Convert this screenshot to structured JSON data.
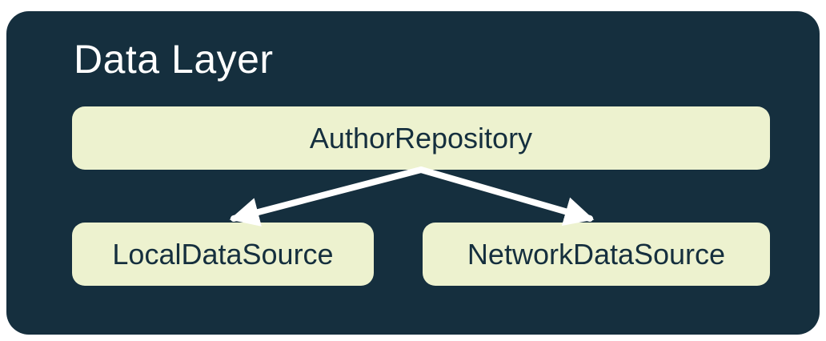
{
  "diagram": {
    "title": "Data Layer",
    "nodes": {
      "repository": {
        "label": "AuthorRepository"
      },
      "local": {
        "label": "LocalDataSource"
      },
      "network": {
        "label": "NetworkDataSource"
      }
    },
    "edges": [
      {
        "from": "AuthorRepository",
        "to": "LocalDataSource"
      },
      {
        "from": "AuthorRepository",
        "to": "NetworkDataSource"
      }
    ],
    "colors": {
      "container_bg": "#152F3E",
      "node_bg": "#EDF2CF",
      "node_text": "#152F3E",
      "title_text": "#FFFFFF",
      "arrow": "#FFFFFF"
    }
  }
}
